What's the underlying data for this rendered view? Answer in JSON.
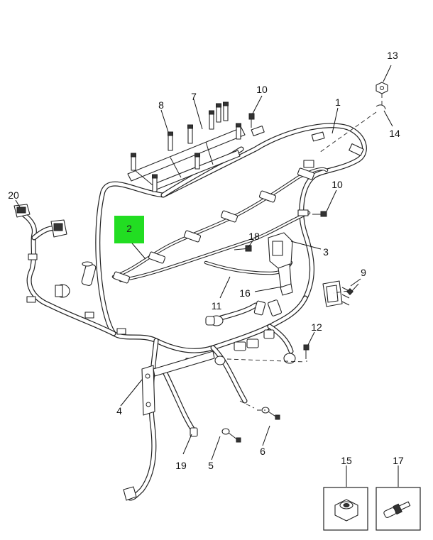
{
  "callouts": [
    {
      "id": "1",
      "label": "1"
    },
    {
      "id": "2",
      "label": "2"
    },
    {
      "id": "3",
      "label": "3"
    },
    {
      "id": "4",
      "label": "4"
    },
    {
      "id": "5",
      "label": "5"
    },
    {
      "id": "6",
      "label": "6"
    },
    {
      "id": "7",
      "label": "7"
    },
    {
      "id": "8",
      "label": "8"
    },
    {
      "id": "9",
      "label": "9"
    },
    {
      "id": "10a",
      "label": "10"
    },
    {
      "id": "10b",
      "label": "10"
    },
    {
      "id": "11",
      "label": "11"
    },
    {
      "id": "12",
      "label": "12"
    },
    {
      "id": "13",
      "label": "13"
    },
    {
      "id": "14",
      "label": "14"
    },
    {
      "id": "15",
      "label": "15"
    },
    {
      "id": "16",
      "label": "16"
    },
    {
      "id": "17",
      "label": "17"
    },
    {
      "id": "18",
      "label": "18"
    },
    {
      "id": "19",
      "label": "19"
    },
    {
      "id": "20",
      "label": "20"
    }
  ],
  "highlight": {
    "label": "2",
    "color": "#22dd22"
  },
  "colors": {
    "line": "#222222",
    "background": "#ffffff"
  }
}
